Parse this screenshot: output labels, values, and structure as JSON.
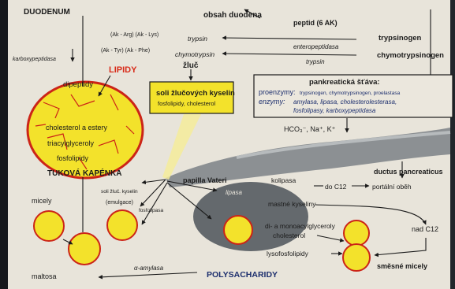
{
  "title": "DUODENUM",
  "header": "obsah duodena",
  "peptid": "peptid (6 AK)",
  "trypsinogen": "trypsinogen",
  "chymotrypsinogen": "chymotrypsinogen",
  "trypsin": "trypsin",
  "chymotrypsin": "chymotrypsin",
  "enteropeptidasa": "enteropeptidasa",
  "trypsin_small": "trypsin",
  "ak_arg_lys": "(Ak - Arg) (Ak - Lys)",
  "ak_tyr_phe": "(Ak - Tyr) (Ak - Phe)",
  "karboxypeptidasa": "karboxypeptidasa",
  "lipidy": "LIPIDY",
  "dipeptidy": "dipeptidy",
  "zluc": "žluč",
  "bile_box": {
    "line1": "soli žlučových kyselin",
    "line2": "fosfolipidy, cholesterol"
  },
  "pancreas_box": {
    "title": "pankreatická šťáva:",
    "proenzymy_label": "proenzymy:",
    "proenzymy": "trypsinogen, chymotrypsinogen, proelastasa",
    "enzymy_label": "enzymy:",
    "enzymy_line1": "amylasa, lipasa, cholesterolesterasa,",
    "enzymy_line2": "fosfolipasy, karboxypeptidasa"
  },
  "ions": "HCO₃⁻, Na⁺, K⁺",
  "droplet": {
    "line1": "cholesterol a estery",
    "line2": "triacylglyceroly",
    "line3": "fosfolipidy",
    "label": "TUKOVÁ KAPÉNKA"
  },
  "papilla": "papilla Vateri",
  "ductus": "ductus pancreaticus",
  "portal": "portální oběh",
  "do_c12": "do C12",
  "nad_c12": "nad C12",
  "kolipasa": "kolipasa",
  "lipasa": "lipasa",
  "fosfolipasa": "fosfolipasa",
  "soli_kyselin": "soli žluč. kyselin",
  "emulgace": "(emulgace)",
  "micely": "micely",
  "products": {
    "mastne": "mastné kyseliny",
    "diamono": "di- a monoacylglyceroly",
    "cholesterol": "cholesterol",
    "lysofosfolipidy": "lysofosfolipidy"
  },
  "smesne_micely": "směsné micely",
  "maltosa": "maltosa",
  "amylasa": "α-amylasa",
  "polysacharidy": "POLYSACHARIDY",
  "colors": {
    "paper": "#e8e4da",
    "yellow": "#f3e22b",
    "red": "#cc2417",
    "gray": "#6b6f72",
    "navy": "#1d2f6e"
  }
}
